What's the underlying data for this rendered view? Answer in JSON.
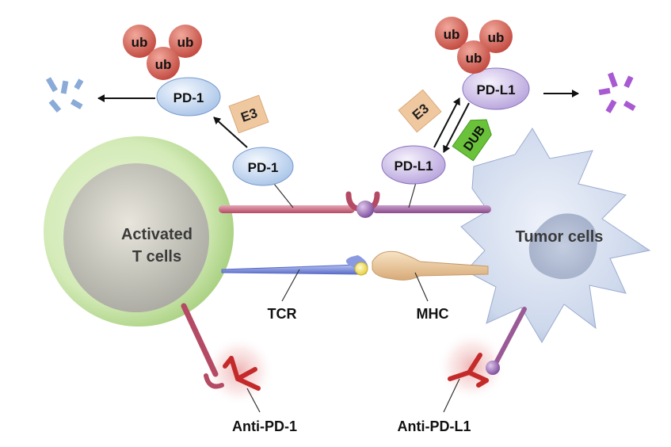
{
  "cells": {
    "t_cell": "Activated\nT cells",
    "tumor": "Tumor cells"
  },
  "proteins": {
    "pd1_top": "PD-1",
    "pd1_mid": "PD-1",
    "pdl1_top": "PD-L1",
    "pdl1_mid": "PD-L1",
    "ub": "ub",
    "e3": "E3",
    "dub": "DUB"
  },
  "receptors": {
    "tcr": "TCR",
    "mhc": "MHC"
  },
  "antibodies": {
    "anti_pd1": "Anti-PD-1",
    "anti_pdl1": "Anti-PD-L1"
  },
  "colors": {
    "t_cell_outer": "#c8e2a8",
    "t_cell_nucleus": "#bcbcb4",
    "tumor_body": "#c2d0e8",
    "pd1_fill": "#c8dcf2",
    "pdl1_fill": "#d4c4ec",
    "ub_fill": "#d4685c",
    "e3_fill": "#f0c8a0",
    "dub_fill": "#6ac23a",
    "antibody_red": "#c42a2a",
    "pd1_stalk": "#c45a70",
    "pdl1_stalk": "#9a5a96",
    "tcr_blue": "#7a8ed8",
    "mhc_tan": "#e8c8a0",
    "fragment_blue": "#8aaad8",
    "fragment_purple": "#a85ad2"
  }
}
